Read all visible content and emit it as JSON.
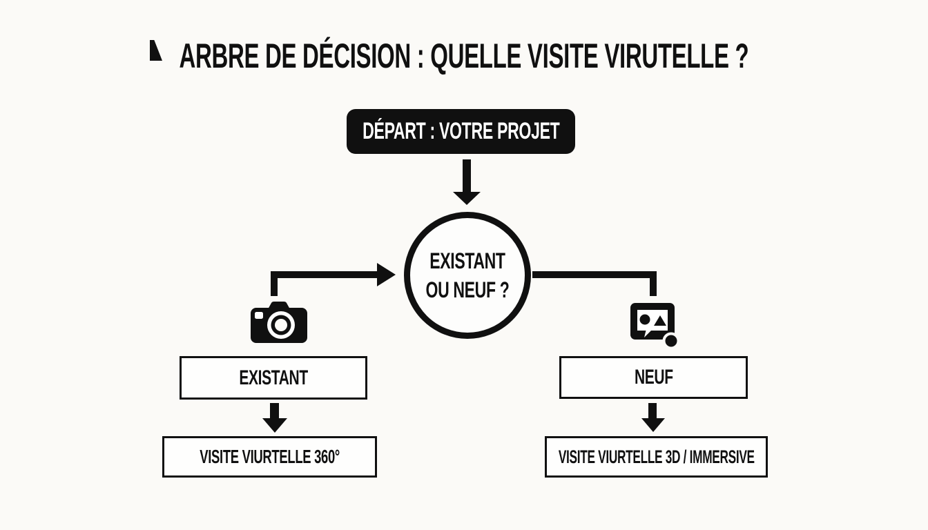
{
  "title": "ARBRE DE DÉCISION : QUELLE VISITE VIRUTELLE ?",
  "nodes": {
    "start": {
      "label": "DÉPART : VOTRE PROJET"
    },
    "decision": {
      "line1": "EXISTANT",
      "line2": "OU NEUF ?"
    },
    "existant": {
      "label": "EXISTANT"
    },
    "neuf": {
      "label": "NEUF"
    },
    "result_existant": {
      "label": "VISITE VIURTELLE 360°"
    },
    "result_neuf": {
      "label": "VISITE VIURTELLE 3D / IMMERSIVE"
    }
  },
  "icons": {
    "left_branch": "camera-icon",
    "right_branch": "image-3d-icon"
  },
  "colors": {
    "ink": "#101010",
    "background": "#fbfaf7",
    "start_fill": "#101010",
    "start_text": "#ffffff",
    "node_fill": "#fefefd"
  }
}
